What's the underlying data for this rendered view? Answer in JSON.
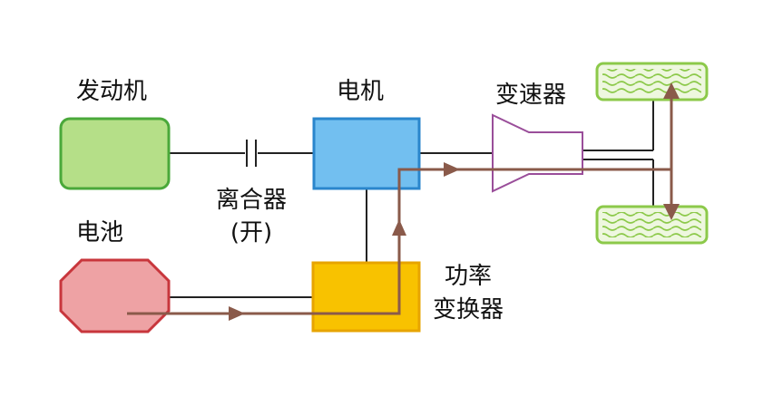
{
  "labels": {
    "engine": "发动机",
    "motor": "电机",
    "transmission": "变速器",
    "battery": "电池",
    "clutch": "离合器",
    "clutch_state": "(开)",
    "converter_line1": "功率",
    "converter_line2": "变换器"
  },
  "colors": {
    "engine_fill": "#b5df88",
    "engine_stroke": "#4aa83a",
    "motor_fill": "#72bff0",
    "motor_stroke": "#2a86cc",
    "battery_fill": "#eea2a4",
    "battery_stroke": "#c8363c",
    "converter_fill": "#f8c200",
    "converter_stroke": "#e7a400",
    "transmission_stroke": "#9a4e9a",
    "wheel_stroke": "#8cc94a",
    "wheel_fill": "#eef7df",
    "power_flow": "#8a5a4a",
    "shaft": "#222222"
  }
}
